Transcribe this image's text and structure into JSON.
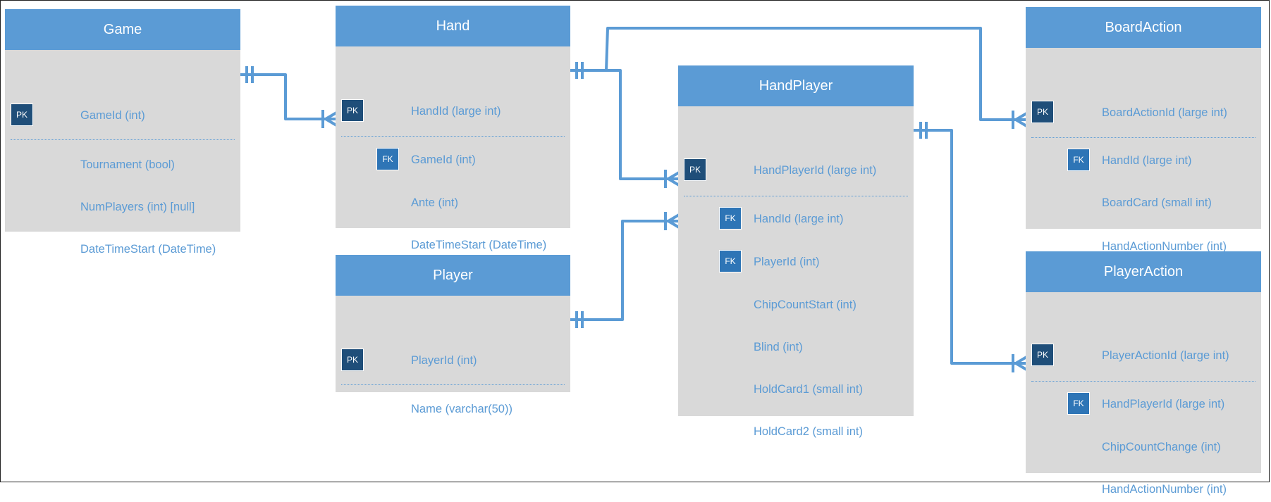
{
  "entities": {
    "game": {
      "title": "Game",
      "pk_badge": "PK",
      "fields": [
        "GameId (int)",
        "Tournament (bool)",
        "NumPlayers (int) [null]",
        "DateTimeStart (DateTime)"
      ]
    },
    "hand": {
      "title": "Hand",
      "pk_badge": "PK",
      "fk_badge": "FK",
      "fields": [
        "HandId (large int)",
        "GameId (int)",
        "Ante (int)",
        "DateTimeStart (DateTime)"
      ]
    },
    "player": {
      "title": "Player",
      "pk_badge": "PK",
      "fields": [
        "PlayerId (int)",
        "Name (varchar(50))"
      ]
    },
    "handplayer": {
      "title": "HandPlayer",
      "pk_badge": "PK",
      "fk_badge": "FK",
      "fields": [
        "HandPlayerId (large int)",
        "HandId (large int)",
        "PlayerId (int)",
        "ChipCountStart (int)",
        "Blind (int)",
        "HoldCard1 (small int)",
        "HoldCard2 (small int)"
      ]
    },
    "boardaction": {
      "title": "BoardAction",
      "pk_badge": "PK",
      "fk_badge": "FK",
      "fields": [
        "BoardActionId (large int)",
        "HandId (large int)",
        "BoardCard (small int)",
        "HandActionNumber (int)"
      ]
    },
    "playeraction": {
      "title": "PlayerAction",
      "pk_badge": "PK",
      "fk_badge": "FK",
      "fields": [
        "PlayerActionId (large int)",
        "HandPlayerId (large int)",
        "ChipCountChange (int)",
        "HandActionNumber (int)"
      ]
    }
  },
  "relationships": [
    {
      "from": "Game.GameId",
      "to": "Hand.GameId",
      "cardinality": "one-to-many"
    },
    {
      "from": "Hand.HandId",
      "to": "HandPlayer.HandId",
      "cardinality": "one-to-many"
    },
    {
      "from": "Hand.HandId",
      "to": "BoardAction.HandId",
      "cardinality": "one-to-many"
    },
    {
      "from": "Player.PlayerId",
      "to": "HandPlayer.PlayerId",
      "cardinality": "one-to-many"
    },
    {
      "from": "HandPlayer.HandPlayerId",
      "to": "PlayerAction.HandPlayerId",
      "cardinality": "one-to-many"
    }
  ],
  "colors": {
    "header": "#5b9bd5",
    "body": "#d9d9d9",
    "pk_badge": "#1f4e79",
    "fk_badge": "#2e75b6",
    "field_text": "#5b9bd5",
    "connector": "#5b9bd5"
  }
}
